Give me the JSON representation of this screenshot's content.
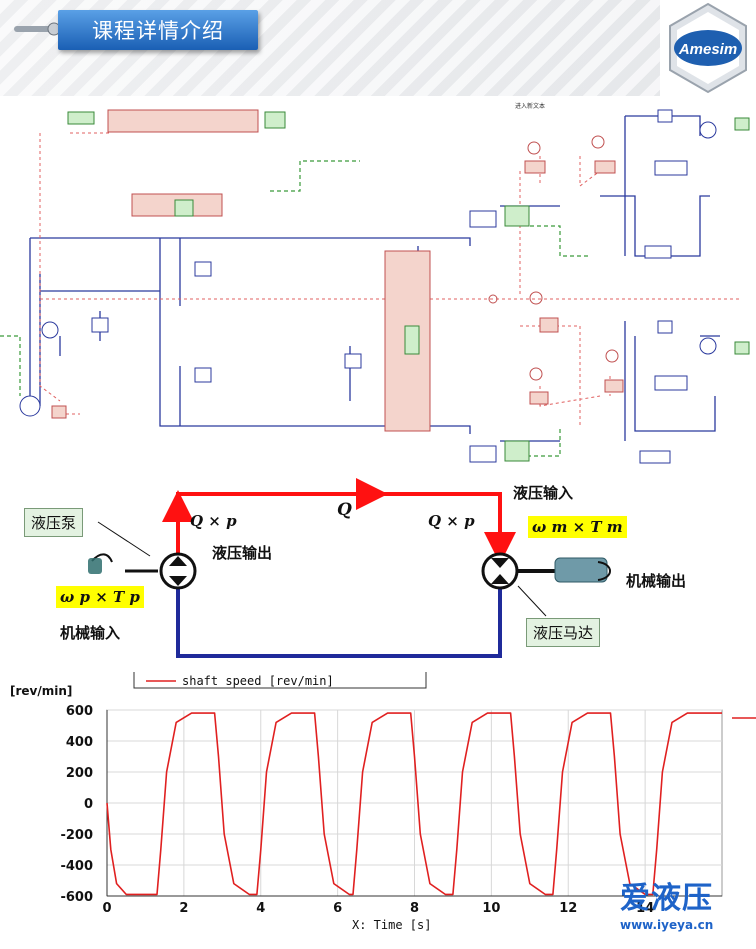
{
  "header": {
    "title": "课程详情介绍",
    "logo_text": "Amesim"
  },
  "diagram": {
    "note1": "进入新文本"
  },
  "flow": {
    "pump": "液压泵",
    "pump_flow": "Q × p",
    "pump_out": "液压输出",
    "flow_q": "Q",
    "motor_in": "液压输入",
    "motor_flow": "Q × p",
    "motor_torque": "ω m × T m",
    "mech_out": "机械输出",
    "pump_torque": "ω p × T p",
    "mech_in": "机械输入",
    "motor": "液压马达"
  },
  "colors": {
    "red": "#ff1111",
    "blue": "#1f2a9a",
    "curve": "#e02020",
    "title_blue": "#1a5fb4"
  },
  "chart_data": {
    "type": "line",
    "ylabel": "[rev/min]",
    "xlabel": "X: Time [s]",
    "legend": "shaft speed [rev/min]",
    "legend_position": "top-left",
    "xlim": [
      0,
      16
    ],
    "ylim": [
      -600,
      600
    ],
    "xticks": [
      0,
      2,
      4,
      6,
      8,
      10,
      12,
      14
    ],
    "xtick_labels": [
      "0",
      "2",
      "4",
      "6",
      "8",
      "10",
      "12",
      "14"
    ],
    "yticks": [
      600,
      400,
      200,
      0,
      -200,
      -400,
      -600
    ],
    "ytick_labels": [
      "600",
      "400",
      "200",
      "0",
      "-200",
      "-400",
      "-600"
    ],
    "grid": true,
    "series": [
      {
        "name": "shaft speed [rev/min]",
        "x": [
          0,
          0.1,
          0.25,
          0.5,
          1.0,
          1.3,
          1.4,
          1.55,
          1.8,
          2.2,
          2.6,
          2.8,
          2.9,
          3.05,
          3.3,
          3.7,
          3.9,
          4.0,
          4.15,
          4.4,
          4.8,
          5.2,
          5.4,
          5.5,
          5.65,
          5.9,
          6.3,
          6.4,
          6.5,
          6.65,
          6.9,
          7.3,
          7.7,
          7.9,
          8.0,
          8.15,
          8.4,
          8.8,
          9.0,
          9.1,
          9.25,
          9.5,
          9.9,
          10.3,
          10.5,
          10.6,
          10.75,
          11.0,
          11.4,
          11.6,
          11.7,
          11.85,
          12.1,
          12.5,
          12.9,
          13.1,
          13.2,
          13.35,
          13.6,
          14.0,
          14.2,
          14.3,
          14.45,
          14.7,
          15.1,
          15.5,
          15.7,
          15.8,
          16.0
        ],
        "y": [
          0,
          -300,
          -520,
          -590,
          -590,
          -590,
          -300,
          200,
          520,
          580,
          580,
          580,
          300,
          -200,
          -520,
          -590,
          -590,
          -300,
          200,
          520,
          580,
          580,
          580,
          300,
          -200,
          -520,
          -590,
          -590,
          -300,
          200,
          520,
          580,
          580,
          580,
          300,
          -200,
          -520,
          -590,
          -590,
          -300,
          200,
          520,
          580,
          580,
          580,
          300,
          -200,
          -520,
          -590,
          -590,
          -300,
          200,
          520,
          580,
          580,
          580,
          300,
          -200,
          -520,
          -590,
          -590,
          -300,
          200,
          520,
          580,
          580,
          580,
          580,
          580
        ]
      }
    ]
  },
  "watermark": {
    "brand": "爱液压",
    "url": "www.iyeya.cn"
  }
}
